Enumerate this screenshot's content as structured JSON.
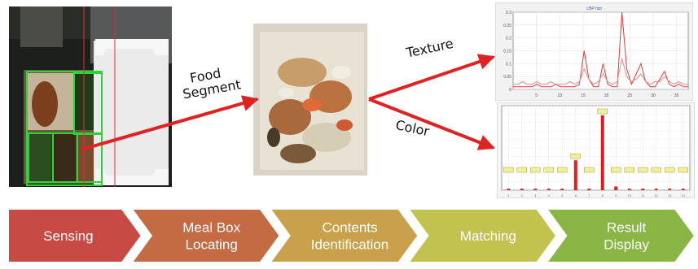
{
  "labels": {
    "food_segment": [
      "Food",
      "Segment"
    ],
    "texture": "Texture",
    "color": "Color",
    "line_chart_title": "LBP hist"
  },
  "pipeline": [
    {
      "lines": [
        "Sensing"
      ],
      "color": "#c84a45"
    },
    {
      "lines": [
        "Meal Box",
        "Locating"
      ],
      "color": "#c46b43"
    },
    {
      "lines": [
        "Contents",
        "Identification"
      ],
      "color": "#c9a14a"
    },
    {
      "lines": [
        "Matching"
      ],
      "color": "#c2c24e"
    },
    {
      "lines": [
        "Result",
        "Display"
      ],
      "color": "#8ab646"
    }
  ],
  "charts": {
    "line": {
      "y_ticks": [
        "0.3",
        "0.25",
        "0.2",
        "0.15",
        "0.1",
        "0.05",
        "0"
      ],
      "x_ticks": [
        "5",
        "10",
        "15",
        "20",
        "25",
        "30",
        "35"
      ],
      "series": [
        {
          "color": "#e43a3a",
          "values": [
            0.01,
            0.01,
            0.01,
            0.01,
            0.01,
            0.02,
            0.01,
            0.01,
            0.01,
            0.02,
            0.01,
            0.01,
            0.01,
            0.01,
            0.02,
            0.15,
            0.04,
            0.01,
            0.01,
            0.1,
            0.02,
            0.01,
            0.01,
            0.3,
            0.08,
            0.02,
            0.06,
            0.1,
            0.03,
            0.01,
            0.01,
            0.04,
            0.07,
            0.02,
            0.01,
            0.02,
            0.01,
            0.01
          ]
        },
        {
          "color": "#e88a8a",
          "values": [
            0.02,
            0.02,
            0.03,
            0.02,
            0.02,
            0.03,
            0.02,
            0.02,
            0.03,
            0.02,
            0.02,
            0.02,
            0.03,
            0.02,
            0.03,
            0.08,
            0.04,
            0.02,
            0.03,
            0.06,
            0.03,
            0.02,
            0.03,
            0.12,
            0.05,
            0.03,
            0.04,
            0.06,
            0.03,
            0.02,
            0.03,
            0.03,
            0.05,
            0.03,
            0.02,
            0.03,
            0.02,
            0.02
          ]
        }
      ]
    },
    "bar": {
      "x_ticks": [
        "1",
        "2",
        "3",
        "4",
        "5",
        "6",
        "7",
        "8",
        "9",
        "10",
        "11",
        "12",
        "13",
        "14"
      ],
      "values": [
        0.02,
        0.02,
        0.02,
        0.02,
        0.02,
        0.4,
        0.02,
        1.0,
        0.05,
        0.02,
        0.02,
        0.02,
        0.02,
        0.02
      ]
    }
  }
}
